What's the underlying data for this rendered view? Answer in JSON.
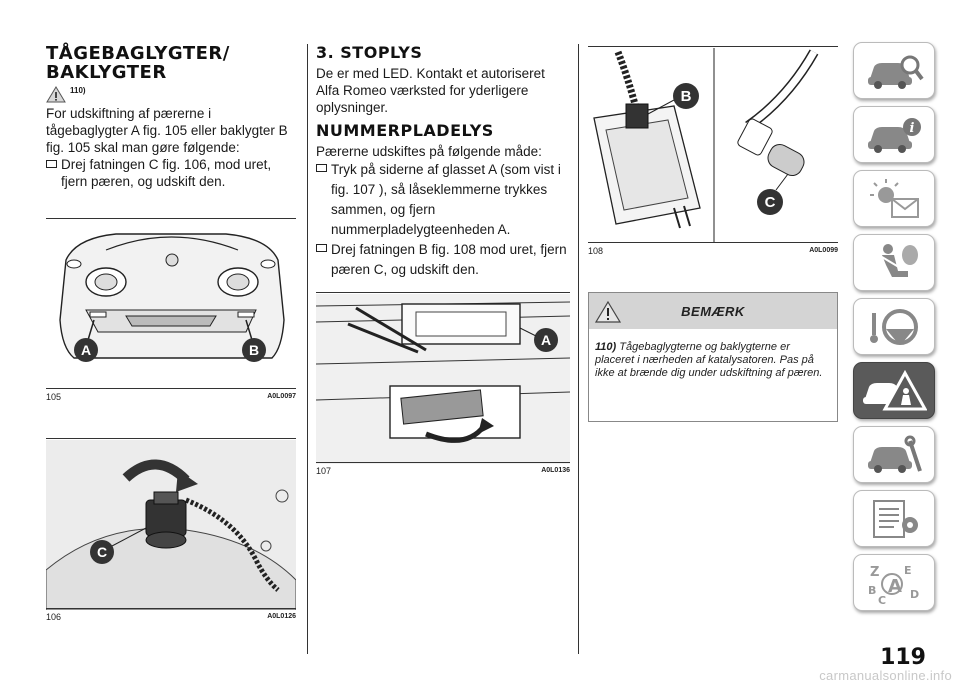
{
  "col1": {
    "heading_line1": "TÅGEBAGLYGTER/",
    "heading_line2": "BAKLYGTER",
    "warning_ref": "110)",
    "intro": "For udskiftning af pærerne i tågebaglygter A fig. 105 eller baklygter B fig. 105 skal man gøre følgende:",
    "steps": [
      "Drej fatningen C fig. 106, mod uret, fjern pæren, og udskift den."
    ]
  },
  "col2": {
    "heading1": "3. STOPLYS",
    "stoplys_text": "De er med LED. Kontakt et autoriseret Alfa Romeo værksted for yderligere oplysninger.",
    "heading2": "NUMMERPLADELYS",
    "intro": "Pærerne udskiftes på følgende måde:",
    "steps": [
      "Tryk på siderne af glasset A (som vist i fig. 107 ), så låseklemmerne trykkes sammen, og fjern nummerpladelygteenheden A.",
      "Drej fatningen B fig. 108 mod uret, fjern pæren C, og udskift den."
    ]
  },
  "figures": {
    "f105": {
      "number": "105",
      "code": "A0L0097",
      "labels": [
        "A",
        "B"
      ]
    },
    "f106": {
      "number": "106",
      "code": "A0L0126",
      "labels": [
        "C"
      ]
    },
    "f107": {
      "number": "107",
      "code": "A0L0136",
      "labels": [
        "A"
      ]
    },
    "f108": {
      "number": "108",
      "code": "A0L0099",
      "labels": [
        "B",
        "C"
      ]
    }
  },
  "note": {
    "title": "BEMÆRK",
    "ref": "110)",
    "text": "Tågebaglygterne og baklygterne er placeret i nærheden af katalysatoren. Pas på ikke at brænde dig under udskiftning af pæren."
  },
  "sidebar": {
    "tabs": [
      {
        "icon": "car-search-icon"
      },
      {
        "icon": "car-info-icon"
      },
      {
        "icon": "dashboard-lights-icon"
      },
      {
        "icon": "airbag-seat-icon"
      },
      {
        "icon": "steering-wheel-icon"
      },
      {
        "icon": "emergency-warning-icon",
        "active": true
      },
      {
        "icon": "car-maintenance-icon"
      },
      {
        "icon": "technical-data-icon"
      },
      {
        "icon": "index-letters-icon"
      }
    ],
    "active_color": "#5a5a5a"
  },
  "page_number": "119",
  "watermark": "carmanualsonline.info"
}
